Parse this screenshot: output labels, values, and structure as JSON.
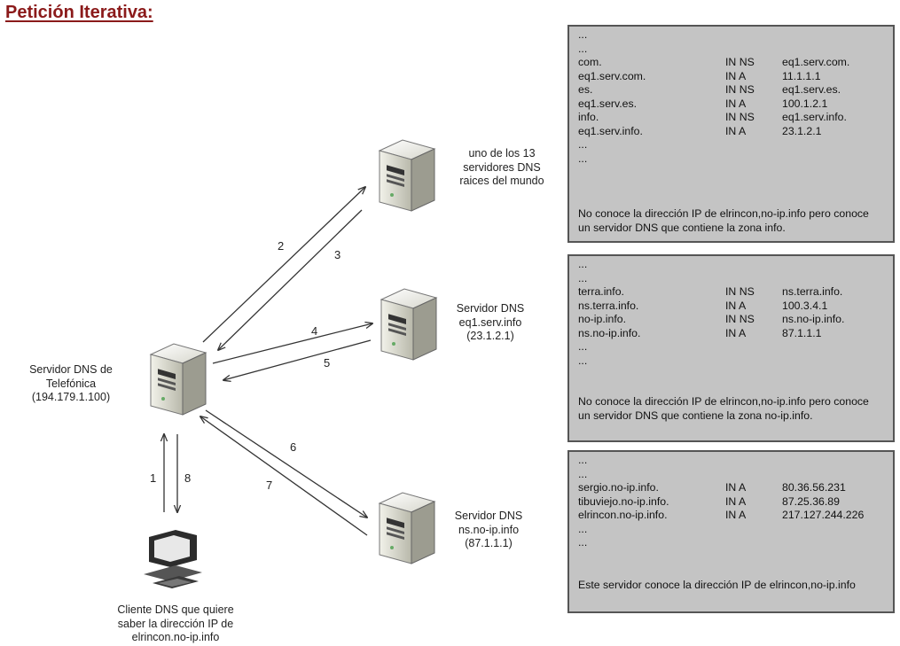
{
  "title": "Petición Iterativa:",
  "nodes": {
    "root": {
      "lines": [
        "uno de los 13",
        "servidores DNS",
        "raices del mundo"
      ]
    },
    "info_server": {
      "lines": [
        "Servidor DNS",
        "eq1.serv.info",
        "(23.1.2.1)"
      ]
    },
    "noip_server": {
      "lines": [
        "Servidor DNS",
        "ns.no-ip.info",
        "(87.1.1.1)"
      ]
    },
    "telefonica": {
      "lines": [
        "Servidor DNS de",
        "Telefónica",
        "(194.179.1.100)"
      ]
    },
    "client": {
      "lines": [
        "Cliente DNS que quiere",
        "saber la dirección IP de",
        "elrincon.no-ip.info"
      ]
    }
  },
  "arrows": [
    "1",
    "2",
    "3",
    "4",
    "5",
    "6",
    "7",
    "8"
  ],
  "panels": [
    {
      "lines": [
        "...",
        "..."
      ],
      "records": [
        [
          "com.",
          "IN NS",
          "eq1.serv.com."
        ],
        [
          "eq1.serv.com.",
          "IN A",
          "11.1.1.1"
        ],
        [
          "es.",
          "IN NS",
          "eq1.serv.es."
        ],
        [
          "eq1.serv.es.",
          "IN A",
          "100.1.2.1"
        ],
        [
          "info.",
          "IN NS",
          "eq1.serv.info."
        ],
        [
          "eq1.serv.info.",
          "IN A",
          "23.1.2.1"
        ]
      ],
      "tail": [
        "...",
        "..."
      ],
      "note": "No conoce la dirección IP de elrincon,no-ip.info pero conoce un servidor DNS que contiene la zona info."
    },
    {
      "lines": [
        "...",
        "..."
      ],
      "records": [
        [
          "terra.info.",
          "IN NS",
          "ns.terra.info."
        ],
        [
          "ns.terra.info.",
          "IN A",
          "100.3.4.1"
        ],
        [
          "no-ip.info.",
          "IN NS",
          "ns.no-ip.info."
        ],
        [
          "ns.no-ip.info.",
          "IN A",
          "87.1.1.1"
        ]
      ],
      "tail": [
        "...",
        "..."
      ],
      "note": "No conoce la dirección IP de elrincon,no-ip.info pero conoce un servidor DNS que contiene la zona no-ip.info."
    },
    {
      "lines": [
        "...",
        "..."
      ],
      "records": [
        [
          "sergio.no-ip.info.",
          "IN A",
          "80.36.56.231"
        ],
        [
          "tibuviejo.no-ip.info.",
          "IN A",
          "87.25.36.89"
        ],
        [
          "elrincon.no-ip.info.",
          "IN A",
          "217.127.244.226"
        ]
      ],
      "tail": [
        "...",
        "..."
      ],
      "note": "Este servidor conoce la dirección IP de elrincon,no-ip.info"
    }
  ]
}
